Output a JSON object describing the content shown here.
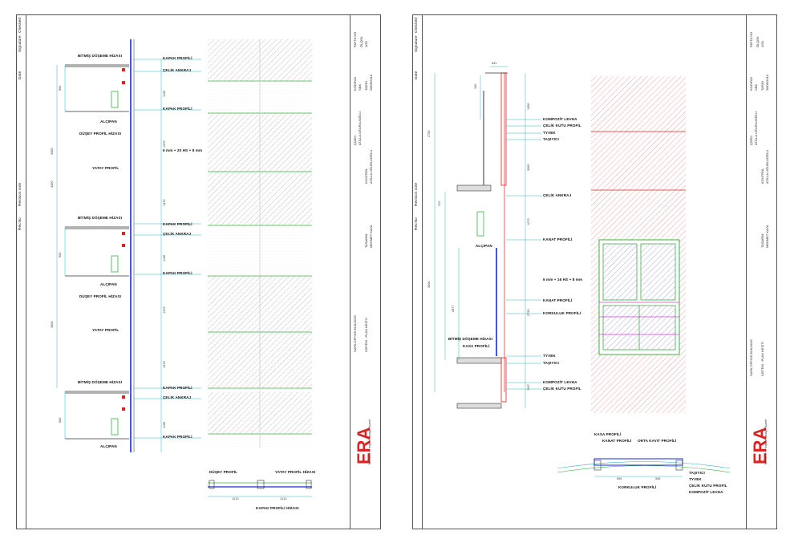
{
  "revision_strip": {
    "labels": [
      "Date",
      "Signature",
      "Checked",
      "Rev.No",
      "Revision note"
    ]
  },
  "title_block": {
    "sheet_label": "PAFTA NO",
    "scale_label": "ÖLÇEK",
    "scale": "1/20",
    "drawn_label": "ÇİZEN",
    "drawn": "ATİLLA UĞURLUOĞLU",
    "checked_label": "KONTROL",
    "checked": "ATİLLA UĞURLUOĞLU",
    "code_label": "KOD/FAX",
    "code": "NBK",
    "date_label": "TARİH",
    "date": "28/09/2010",
    "designer_label": "TASARIM",
    "designer": "MEHMET KAYA",
    "project": "NAPA OFFICE BUILDING",
    "sheet1_name": "SİSTEM - PLAN KESİTİ",
    "sheet2_name": "SİSTEM - PLAN KESİTİ",
    "company": "ERA",
    "company_sub": "Mimarlık ve İnşaat Sanayi Ticaret"
  },
  "sheet1": {
    "labels": {
      "floor_level_1": "BİTMİŞ DÖŞEME HİZASI",
      "floor_level_2": "BİTMİŞ DÖŞEME HİZASI",
      "floor_level_3": "BİTMİŞ DÖŞEME HİZASI",
      "cover_1": "KAPAK PROFİLİ",
      "anchor_1": "ÇELİK ANKRAJ",
      "cover_2": "KAPAK PROFİLİ",
      "vertical_line_1": "DÜŞEY PROFİL HİZASI",
      "glass_1": "6 mm + 20 HS + 8 mm",
      "horizontal_1": "YATAY PROFİL",
      "cover_3": "KAPAK PROFİLİ",
      "anchor_2": "ÇELİK ANKRAJ",
      "cover_4": "KAPAK PROFİLİ",
      "vertical_line_2": "DÜŞEY PROFİL HİZASI",
      "horizontal_2": "YATAY PROFİL",
      "cover_5": "KAPAK PROFİLİ",
      "anchor_3": "ÇELİK ANKRAJ",
      "cover_6": "KAPAK PROFİLİ",
      "drywall_1": "ALÇIPAN",
      "drywall_2": "ALÇIPAN",
      "drywall_3": "ALÇIPAN",
      "plan_vertical": "DÜŞEY PROFİL",
      "plan_horizontal": "YATAY PROFİL HİZASI",
      "plan_cover": "KAPAK PROFİLİ HİZASI"
    },
    "dims": {
      "d_500_1": "500",
      "d_3300_1": "3300",
      "d_1150_1": "1150",
      "d_1375_1": "1375",
      "d_1375_2": "1375",
      "d_500_2": "500",
      "d_3300_2": "3300",
      "d_1150_2": "1150",
      "d_1375_3": "1375",
      "d_1375_4": "1375",
      "d_500_3": "500",
      "d_1150_3": "1150",
      "d_3300_3": "3300",
      "p_1": "1212",
      "p_2": "1212"
    }
  },
  "sheet2": {
    "labels": {
      "composite_1": "KOMPOZİT LEVHA",
      "steel_box_1": "ÇELİK KUTU PROFİL",
      "tyvek_1": "TYVEK",
      "carrier_1": "TAŞIYICI",
      "anchor": "ÇELİK ANKRAJ",
      "sash": "KANAT PROFİLİ",
      "drywall": "ALÇIPAN",
      "glass": "6 mm + 16 HS + 8 mm",
      "sash_2": "KANAT PROFİLİ",
      "handrail": "KORKULUK PROFİLİ",
      "floor_level": "BİTMİŞ DÖŞEME HİZASI",
      "frame": "KASA PROFİLİ",
      "tyvek_2": "TYVEK",
      "carrier_2": "TAŞIYICI",
      "composite_2": "KOMPOZİT LEVHA",
      "steel_box_2": "ÇELİK KUTU PROFİL",
      "plan_frame": "KASA PROFİLİ",
      "plan_sash": "KANAT PROFİLİ",
      "plan_mullion": "ORTA KAYIT PROFİLİ",
      "plan_carrier": "TAŞIYICI",
      "plan_tyvek": "TYVEK",
      "plan_steel": "ÇELİK KUTU PROFİL",
      "plan_composite": "KOMPOZİT LEVHA",
      "plan_handrail": "KORKULUK PROFİLİ"
    },
    "dims": {
      "d_531": "531",
      "d_100": "100",
      "d_1350": "1350",
      "d_3300": "3300",
      "d_2750": "2750",
      "d_470": "470",
      "d_1270": "1270",
      "d_3000": "3000",
      "d_2677": "2677",
      "d_2793": "2793",
      "d_1197": "1197",
      "p_905": "905",
      "p_905b": "905"
    }
  },
  "colors": {
    "hatch_grey": "#b9b9c4",
    "hatch_red": "#f08080",
    "profile_blue": "#1a2bd6",
    "cyan": "#29b6c8",
    "green": "#3cb043",
    "magenta": "#d040d0",
    "red": "#e02020"
  }
}
